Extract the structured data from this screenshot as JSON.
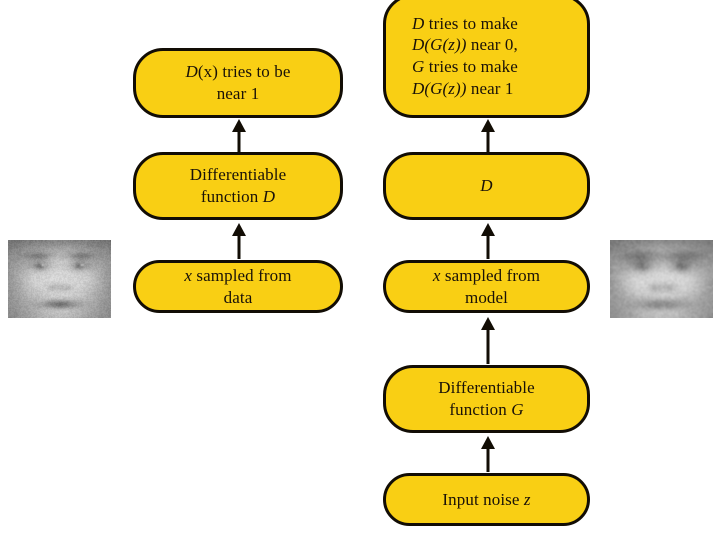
{
  "figure": {
    "title": "Generative Adversarial Network training diagram",
    "background_color": "#ffffff",
    "node_fill_color": "#f9cf14",
    "node_border_color": "#120d05",
    "text_color": "#1a1208"
  },
  "nodes": {
    "d_objective": {
      "name": "discriminator-objective-box",
      "lines": [
        "D(x) tries to be",
        "near 1"
      ],
      "line1_math": "D",
      "line1_rest": "(x) tries to be",
      "line2": "near 1"
    },
    "d_function": {
      "name": "differentiable-function-d-box",
      "line1": "Differentiable",
      "line2_prefix": "function ",
      "line2_math": "D"
    },
    "x_data": {
      "name": "x-sampled-from-data-box",
      "line1_math": "x",
      "line1_rest": " sampled from",
      "line2": "data"
    },
    "minimax_objective": {
      "name": "minimax-objective-box",
      "line1_math": "D",
      "line1_rest": " tries to make",
      "line2_math": "D(G(z))",
      "line2_rest": " near 0,",
      "line3_math": "G",
      "line3_rest": " tries to make",
      "line4_math": "D(G(z))",
      "line4_rest": " near 1"
    },
    "d_node": {
      "name": "discriminator-d-box",
      "label_math": "D"
    },
    "x_model": {
      "name": "x-sampled-from-model-box",
      "line1_math": "x",
      "line1_rest": " sampled from",
      "line2": "model"
    },
    "g_function": {
      "name": "differentiable-function-g-box",
      "line1": "Differentiable",
      "line2_prefix": "function ",
      "line2_math": "G"
    },
    "input_noise": {
      "name": "input-noise-box",
      "label_prefix": "Input noise ",
      "label_math": "z"
    }
  },
  "images": {
    "real_face": {
      "name": "real-face-thumbnail",
      "description": "grayscale photograph of a real human face"
    },
    "generated_face": {
      "name": "generated-face-thumbnail",
      "description": "blurry grayscale generated human face"
    }
  },
  "arrows": [
    {
      "name": "arrow-data-to-function-d",
      "from": "x_data",
      "to": "d_function"
    },
    {
      "name": "arrow-function-d-to-objective",
      "from": "d_function",
      "to": "d_objective"
    },
    {
      "name": "arrow-noise-to-function-g",
      "from": "input_noise",
      "to": "g_function"
    },
    {
      "name": "arrow-function-g-to-model",
      "from": "g_function",
      "to": "x_model"
    },
    {
      "name": "arrow-model-to-d",
      "from": "x_model",
      "to": "d_node"
    },
    {
      "name": "arrow-d-to-minimax",
      "from": "d_node",
      "to": "minimax_objective"
    }
  ]
}
